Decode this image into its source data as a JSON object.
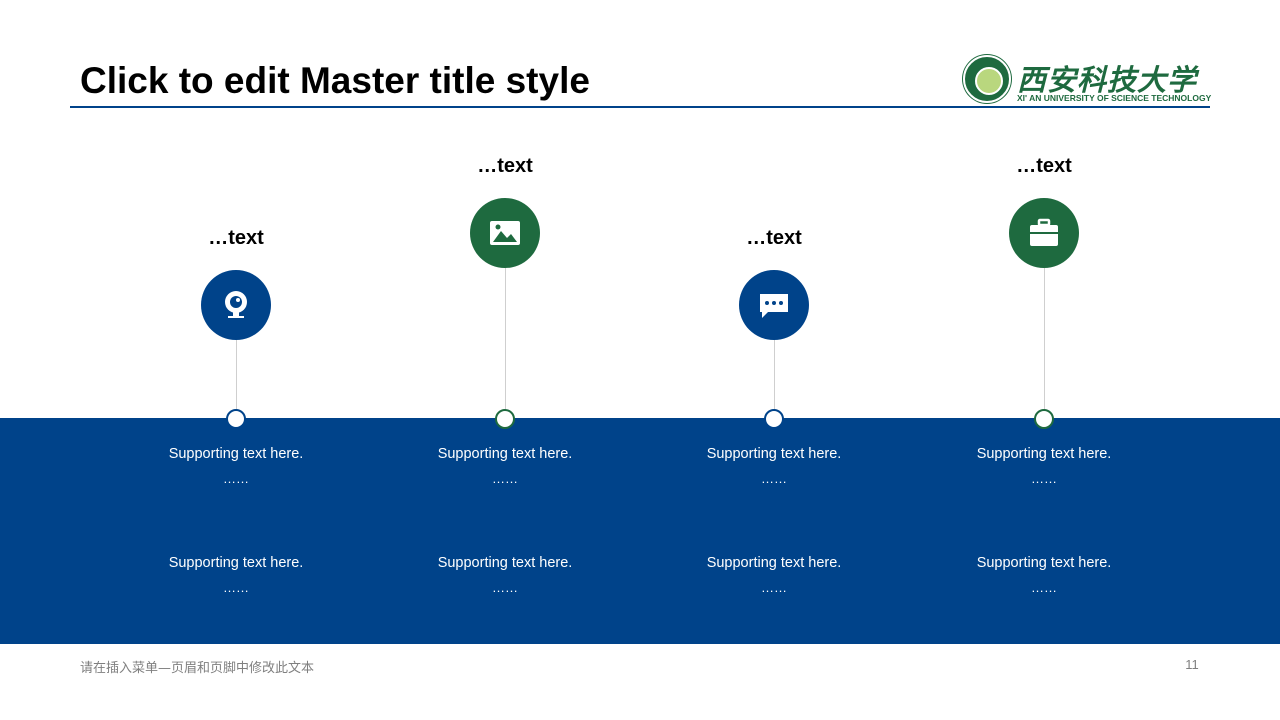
{
  "slide": {
    "title": "Click to edit Master title style",
    "footer": "请在插入菜单—页眉和页脚中修改此文本",
    "page_number": "11"
  },
  "logo": {
    "name_cn": "西安科技大学",
    "name_en": "XI' AN UNIVERSITY OF SCIENCE TECHNOLOGY"
  },
  "colors": {
    "blue": "#00438a",
    "green": "#1e6a3f"
  },
  "items": [
    {
      "label": "…text",
      "icon": "webcam-icon",
      "color": "blue",
      "lines": [
        {
          "text": "Supporting text here.",
          "dots": "……"
        },
        {
          "text": "Supporting text here.",
          "dots": "……"
        }
      ]
    },
    {
      "label": "…text",
      "icon": "image-icon",
      "color": "green",
      "lines": [
        {
          "text": "Supporting text here.",
          "dots": "……"
        },
        {
          "text": "Supporting text here.",
          "dots": "……"
        }
      ]
    },
    {
      "label": "…text",
      "icon": "chat-bubble-icon",
      "color": "blue",
      "lines": [
        {
          "text": "Supporting text here.",
          "dots": "……"
        },
        {
          "text": "Supporting text here.",
          "dots": "……"
        }
      ]
    },
    {
      "label": "…text",
      "icon": "briefcase-icon",
      "color": "green",
      "lines": [
        {
          "text": "Supporting text here.",
          "dots": "……"
        },
        {
          "text": "Supporting text here.",
          "dots": "……"
        }
      ]
    }
  ]
}
